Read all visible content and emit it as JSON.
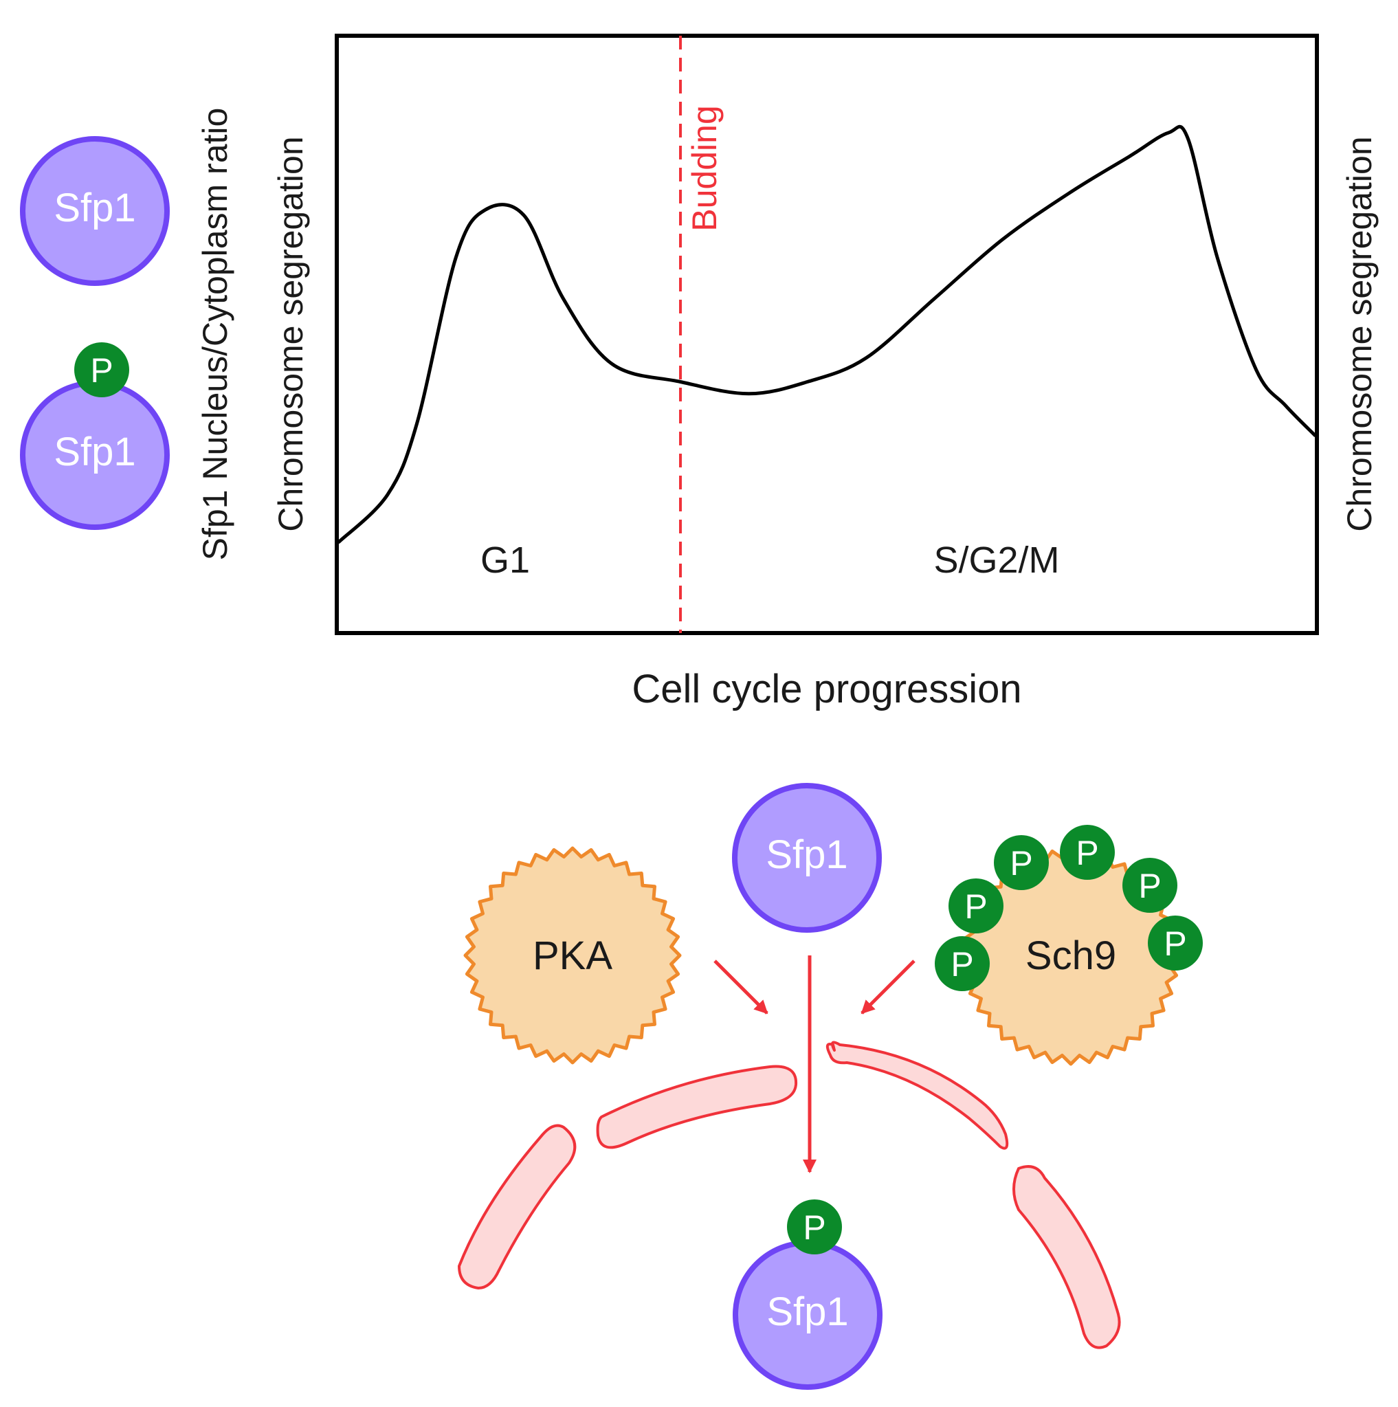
{
  "colors": {
    "sfp1_fill": "#b09cff",
    "sfp1_stroke": "#6f45f5",
    "phospho_fill": "#0b8a2a",
    "kinase_fill": "#f9d7a8",
    "kinase_stroke": "#ef8a2c",
    "nuclear_membrane_fill": "#fdd9d9",
    "nuclear_membrane_stroke": "#f0323a",
    "arrow": "#f0323a",
    "budding_line": "#f0323a",
    "curve": "#000000"
  },
  "legend": {
    "unphosphorylated_label": "Sfp1",
    "phosphorylated_label": "Sfp1",
    "phospho_label": "P"
  },
  "chart": {
    "ylabel": "Sfp1 Nucleus/Cytoplasm ratio",
    "left_event_label": "Chromosome segregation",
    "right_event_label": "Chromosome segregation",
    "xlabel": "Cell cycle progression",
    "budding_label": "Budding",
    "phase_g1": "G1",
    "phase_sg2m": "S/G2/M"
  },
  "chart_data": {
    "type": "line",
    "title": "",
    "xlabel": "Cell cycle progression",
    "ylabel": "Sfp1 Nucleus/Cytoplasm ratio",
    "xlim": [
      0,
      1
    ],
    "ylim": [
      0,
      1
    ],
    "grid": false,
    "annotations": [
      "Budding",
      "G1",
      "S/G2/M",
      "Chromosome segregation",
      "Chromosome segregation"
    ],
    "budding_x": 0.35,
    "series": [
      {
        "x": [
          0.0,
          0.05,
          0.08,
          0.12,
          0.15,
          0.19,
          0.23,
          0.28,
          0.35,
          0.42,
          0.48,
          0.54,
          0.61,
          0.68,
          0.75,
          0.81,
          0.85,
          0.87,
          0.9,
          0.94,
          0.97,
          1.0
        ],
        "values": [
          0.15,
          0.23,
          0.35,
          0.63,
          0.71,
          0.7,
          0.56,
          0.45,
          0.42,
          0.4,
          0.42,
          0.46,
          0.56,
          0.66,
          0.74,
          0.8,
          0.84,
          0.83,
          0.63,
          0.44,
          0.38,
          0.33
        ]
      }
    ]
  },
  "mechanism": {
    "pka_label": "PKA",
    "sch9_label": "Sch9",
    "sfp1_top_label": "Sfp1",
    "sfp1_bottom_label": "Sfp1",
    "phospho_label": "P"
  }
}
